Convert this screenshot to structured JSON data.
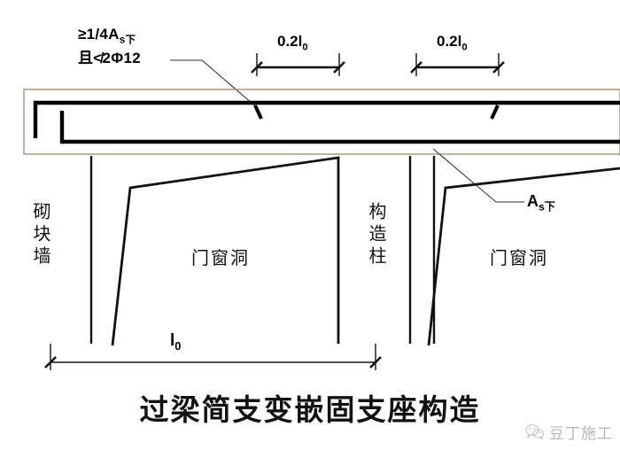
{
  "diagram": {
    "title": "过梁简支变嵌固支座构造",
    "notes": {
      "line1_prefix": "≥1/4A",
      "line1_sub": "s下",
      "line2": "且≮2Φ12"
    },
    "dimensions": {
      "top_left": {
        "value": "0.2l",
        "sub": "0"
      },
      "top_right": {
        "value": "0.2l",
        "sub": "0"
      },
      "span": {
        "value": "l",
        "sub": "0"
      }
    },
    "labels": {
      "block_wall": "砌块墙",
      "opening_left": "门窗洞",
      "opening_right": "门窗洞",
      "structural_column": "构造柱",
      "bottom_rebar_prefix": "A",
      "bottom_rebar_sub": "s下"
    },
    "watermark": {
      "text": "豆丁施工",
      "icon": "wechat-icon"
    },
    "colors": {
      "ink": "#111111",
      "rebar": "#000000",
      "outline": "#9c7a52",
      "leader": "#333333"
    }
  }
}
